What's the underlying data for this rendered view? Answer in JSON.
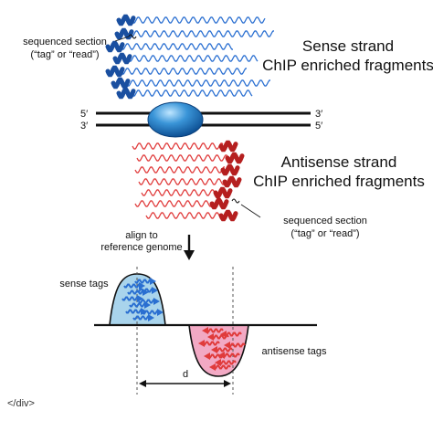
{
  "colors": {
    "sense": "#2a6fd1",
    "sense_dark": "#1a4fa0",
    "antisense": "#e03b3b",
    "antisense_dark": "#b51f1f",
    "nucleosome": "#3a8fd0",
    "sense_fill": "#a9d4ec",
    "antisense_fill": "#f2a9c4"
  },
  "sense_strand": {
    "title_line1": "Sense strand",
    "title_line2": "ChIP enriched fragments",
    "callout_line1": "sequenced section",
    "callout_line2": "(“tag” or  “read”)"
  },
  "dna": {
    "top_left": "5′",
    "top_right": "3′",
    "bottom_left": "3′",
    "bottom_right": "5′"
  },
  "antisense_strand": {
    "title_line1": "Antisense strand",
    "title_line2": "ChIP enriched fragments",
    "callout_line1": "sequenced section",
    "callout_line2": "(“tag” or  “read”)"
  },
  "alignment": {
    "line1": "align to",
    "line2": "reference genome"
  },
  "profile": {
    "sense_label": "sense tags",
    "antisense_label": "antisense tags",
    "distance_label": "d"
  },
  "footer": "</div>"
}
